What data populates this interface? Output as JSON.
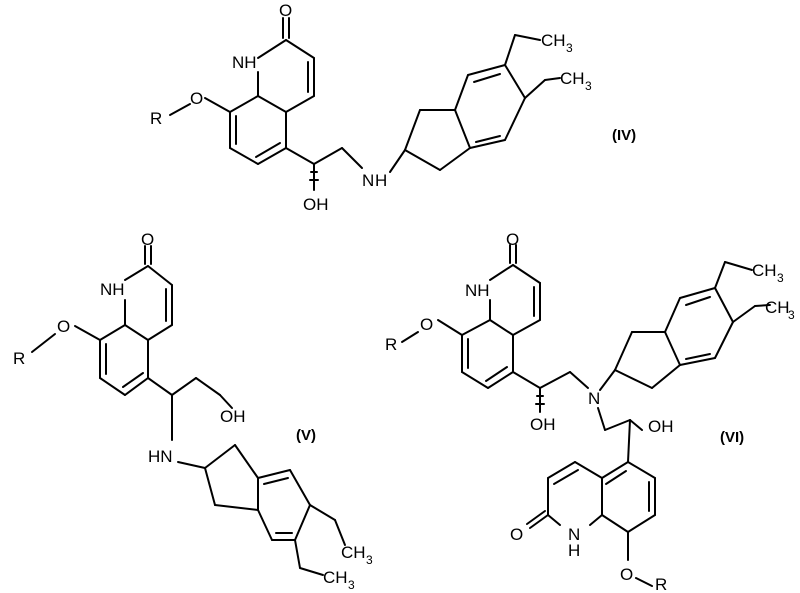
{
  "labels": {
    "iv": "(IV)",
    "v": "(V)",
    "vi": "(VI)"
  },
  "atoms": {
    "oxygen_carbonyl": "O",
    "nh": "NH",
    "n_h_label": "N",
    "h": "H",
    "r": "R",
    "o": "O",
    "oh": "OH",
    "hn": "HN",
    "h_amine": "H",
    "n_tertiary": "N",
    "ch": "CH",
    "sub3": "3"
  }
}
